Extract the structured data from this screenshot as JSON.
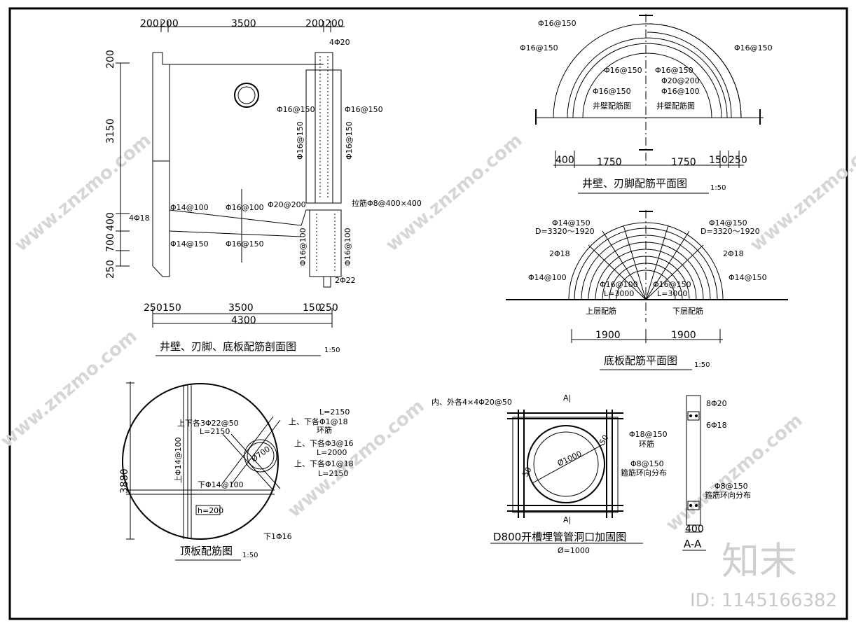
{
  "section": {
    "dims_top": [
      "200",
      "200",
      "3500",
      "200",
      "200"
    ],
    "dims_left": [
      "200",
      "3150",
      "400",
      "700",
      "250"
    ],
    "dims_bottom": [
      "250",
      "150",
      "3500",
      "150",
      "250"
    ],
    "dim_total": "4300",
    "labels": [
      "4Φ20",
      "Φ16@150",
      "Φ16@150",
      "Φ16@150",
      "Φ16@150",
      "Φ14@100",
      "Φ16@100",
      "Φ20@200",
      "拉筋Φ8@400×400",
      "4Φ18",
      "Φ14@150",
      "Φ16@150",
      "Φ16@100",
      "Φ16@100",
      "2Φ22"
    ],
    "title": "井壁、刃脚、底板配筋剖面图",
    "scale": "1:50"
  },
  "wall_plan": {
    "labels": [
      "Φ16@150",
      "Φ16@150",
      "Φ16@150",
      "Φ16@150",
      "Φ16@150",
      "Φ16@150",
      "Φ20@200",
      "Φ16@100",
      "井壁配筋图",
      "井壁配筋图"
    ],
    "dims": [
      "400",
      "1750",
      "1750",
      "150",
      "250"
    ],
    "title": "井壁、刃脚配筋平面图",
    "scale": "1:50"
  },
  "base_plan": {
    "labels": [
      "Φ14@150",
      "D=3320～1920",
      "Φ14@150",
      "D=3320～1920",
      "2Φ18",
      "2Φ18",
      "Φ14@100",
      "Φ14@150",
      "Φ16@100",
      "L=3000",
      "Φ16@150",
      "L=3000",
      "上层配筋",
      "下层配筋"
    ],
    "dims": [
      "1900",
      "1900"
    ],
    "title": "底板配筋平面图",
    "scale": "1:50"
  },
  "roof_plan": {
    "labels": [
      "上下各3Φ22@50",
      "L=2150",
      "L=2150",
      "上、下各Φ1@18",
      "环筋",
      "上、下各Φ3@16",
      "L=2000",
      "上、下各Φ1@18",
      "L=2150",
      "Ø700",
      "上Φ14@100",
      "下Φ14@100",
      "h=200",
      "下1Φ16"
    ],
    "dim_height": "3880",
    "title": "顶板配筋图",
    "scale": "1:50"
  },
  "opening": {
    "labels": [
      "内、外各4×4Φ20@50",
      "A|",
      "A|",
      "Φ18@150",
      "环筋",
      "Φ8@150",
      "箍筋环向分布",
      "Ø1000",
      "50",
      "50"
    ],
    "title": "D800开槽埋管管洞口加固图",
    "subtitle": "Ø=1000"
  },
  "section_aa": {
    "labels": [
      "8Φ20",
      "6Φ18",
      "Φ8@150",
      "箍筋环向分布"
    ],
    "dim": "400",
    "title": "A-A"
  },
  "watermark": {
    "text": "www.znzmo.com",
    "logo": "知末",
    "id": "ID: 1145166382"
  }
}
